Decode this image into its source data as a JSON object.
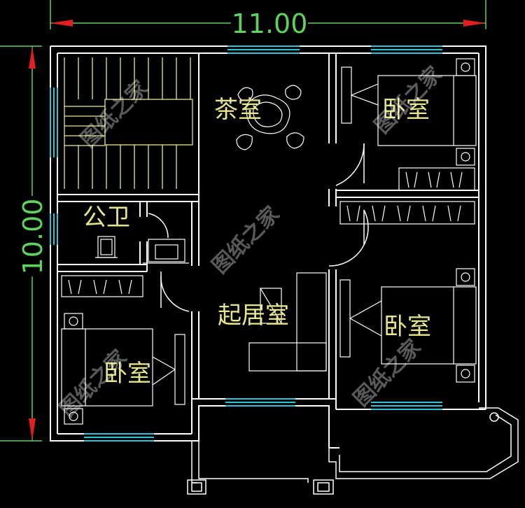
{
  "dimensions": {
    "width_label": "11.00",
    "height_label": "10.00"
  },
  "rooms": {
    "tea_room": "茶室",
    "public_bath": "公卫",
    "bedroom_top_right": "卧室",
    "living_room": "起居室",
    "bedroom_mid_right": "卧室",
    "bedroom_left": "卧室"
  },
  "watermark": "图纸之家",
  "colors": {
    "background": "#000000",
    "walls": "#ffffff",
    "dimension": "#5fd15f",
    "arrow": "#e02020",
    "windows": "#2ec4d6",
    "furniture": "#ffffff",
    "stairs": "#e6e68c",
    "labels": "#e6e68c"
  }
}
